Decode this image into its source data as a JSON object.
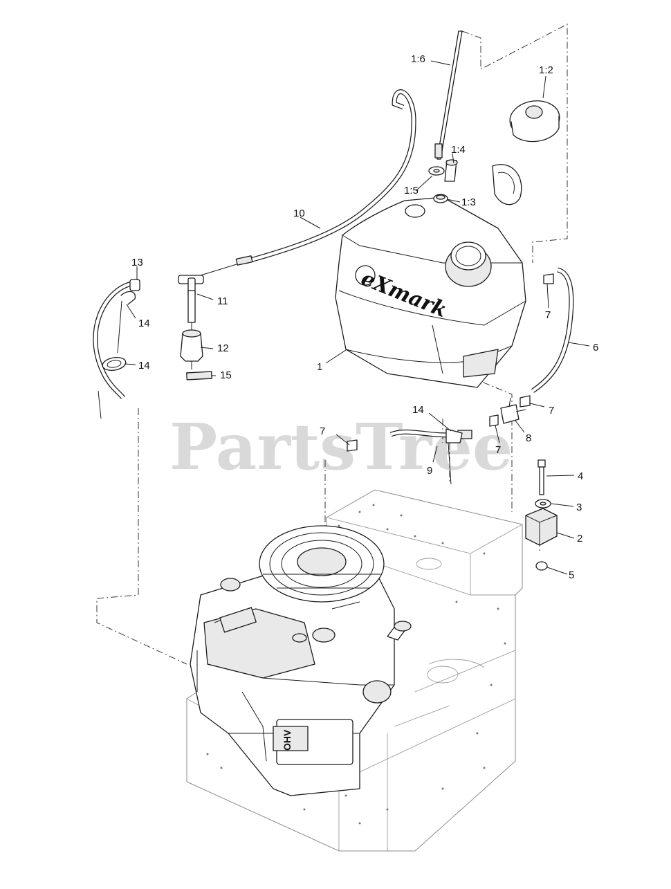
{
  "watermark": "PartsTree",
  "brand_logo": "eXmark",
  "engine_badge": "OHV",
  "callouts": {
    "c1_6": "1:6",
    "c1_2": "1:2",
    "c1_4": "1:4",
    "c1_5": "1:5",
    "c1_3": "1:3",
    "c10": "10",
    "c13": "13",
    "c11": "11",
    "c14a": "14",
    "c12": "12",
    "c14b": "14",
    "c15": "15",
    "c1": "1",
    "c7a": "7",
    "c6": "6",
    "c14c": "14",
    "c7b": "7",
    "c7c": "7",
    "c8": "8",
    "c7d": "7",
    "c9": "9",
    "c4": "4",
    "c3": "3",
    "c2": "2",
    "c5": "5"
  }
}
